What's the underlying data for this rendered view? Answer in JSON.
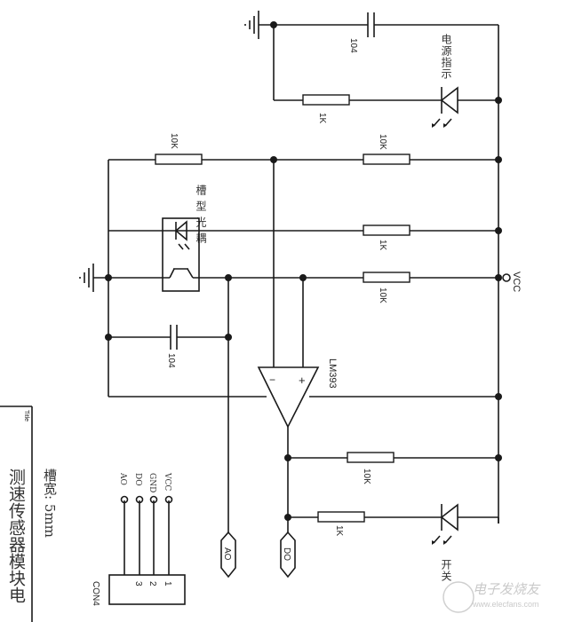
{
  "title_block": {
    "title_label": "Title",
    "title_text": "测速传感器模块电",
    "note": "槽宽: 5mm"
  },
  "components": {
    "c_top": {
      "label": "104"
    },
    "led_power": {
      "label": "电源指示"
    },
    "r_power_led": {
      "label": "1K"
    },
    "r_top_left": {
      "label": "10K"
    },
    "r_right_1": {
      "label": "10K"
    },
    "r_right_2": {
      "label": "1K"
    },
    "r_right_3": {
      "label": "10K"
    },
    "optocoupler": {
      "label": "槽型光耦"
    },
    "c_mid": {
      "label": "104"
    },
    "comparator": {
      "label": "LM393",
      "minus": "−",
      "plus": "+"
    },
    "r_pullup": {
      "label": "10K"
    },
    "r_switch_led": {
      "label": "1K"
    },
    "led_switch": {
      "label": "开关"
    },
    "vcc": {
      "label": "VCC"
    },
    "port_ao": {
      "label": "AO"
    },
    "port_do": {
      "label": "DO"
    },
    "connector": {
      "label": "CON4",
      "pins": [
        {
          "num": "1",
          "name": "VCC"
        },
        {
          "num": "2",
          "name": "GND"
        },
        {
          "num": "3",
          "name": "DO"
        },
        {
          "num": "",
          "name": "AO"
        }
      ]
    }
  },
  "watermark": {
    "brand": "电子发烧友",
    "url": "www.elecfans.com"
  }
}
